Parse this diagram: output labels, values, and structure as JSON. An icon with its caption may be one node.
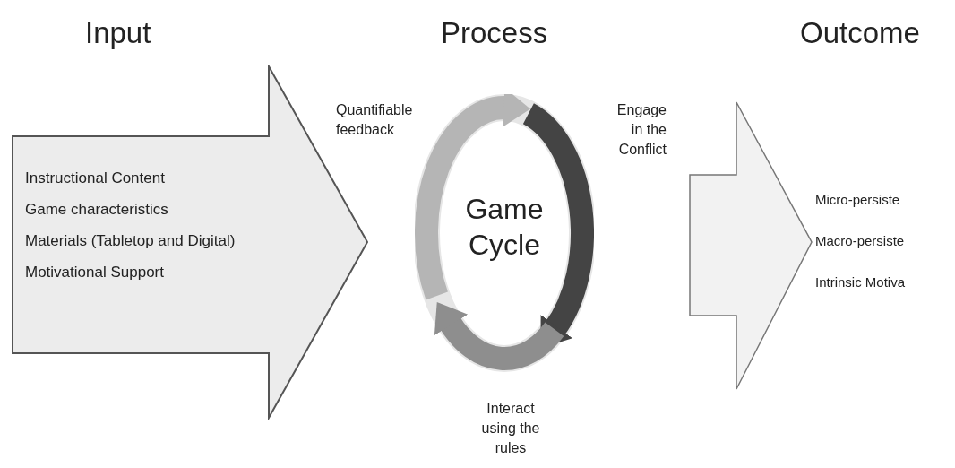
{
  "diagram": {
    "nodes": [
      {
        "text": [
          "Instructional Content",
          "Game characteristics",
          "Materials (Tabletop and Digital)",
          "Motivational Support"
        ]
      },
      {
        "text": [
          "Game Cycle"
        ]
      },
      {
        "text": [
          "Micro-persiste",
          "Macro-persiste",
          "Intrinsic Motiva"
        ]
      }
    ],
    "labels": [
      "Input",
      "Process",
      "Outcome",
      "Quantifiable feedback",
      "Engage in the Conflict",
      "Interact using the rules"
    ]
  }
}
